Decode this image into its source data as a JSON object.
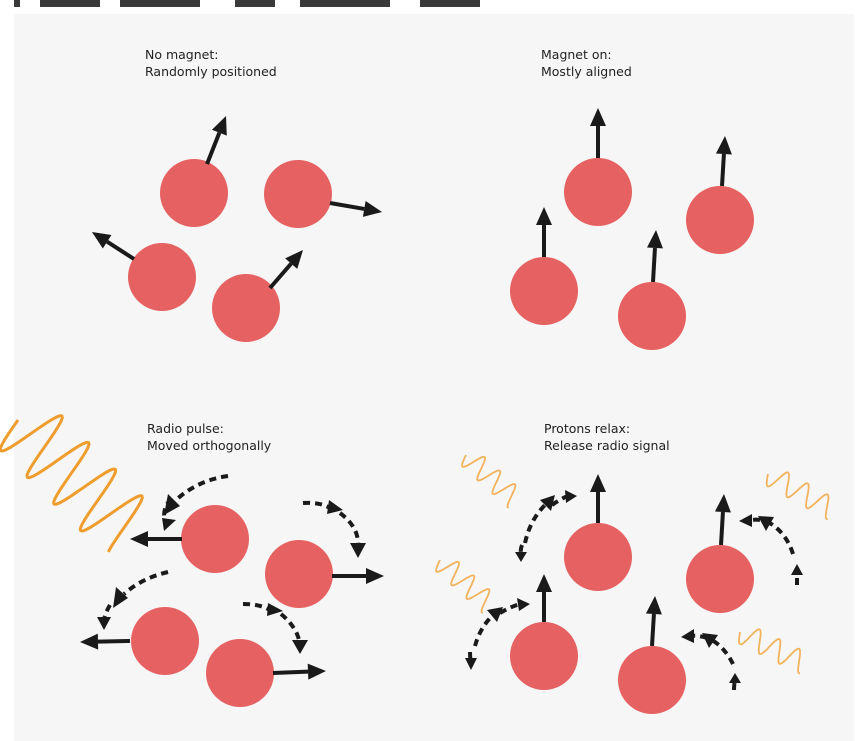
{
  "captions": {
    "no_magnet": {
      "line1": "No magnet:",
      "line2": "Randomly positioned"
    },
    "magnet_on": {
      "line1": "Magnet on:",
      "line2": "Mostly aligned"
    },
    "radio_pulse": {
      "line1": "Radio pulse:",
      "line2": "Moved orthogonally"
    },
    "protons_relax": {
      "line1": "Protons relax:",
      "line2": "Release radio signal"
    }
  },
  "colors": {
    "background": "#f6f6f6",
    "proton": "#e66262",
    "arrow": "#1a1a1a",
    "pulse_wave": "#ef9d2c",
    "signal_wave": "#f2b35c"
  },
  "icons": {
    "proton": "red-circle",
    "spin": "black-arrow",
    "rotation": "dashed-curved-arrow",
    "radio_wave": "zigzag-wave"
  }
}
